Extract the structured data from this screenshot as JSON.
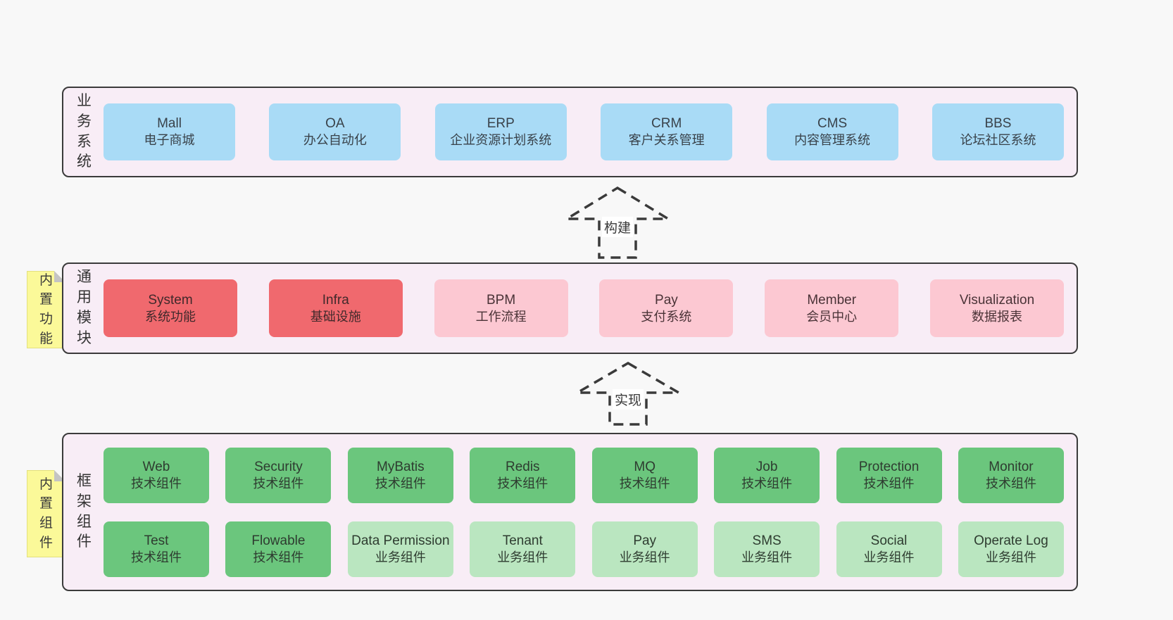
{
  "colors": {
    "page_bg": "#f8f8f8",
    "band_bg": "#f8edf6",
    "band_border": "#3b3b3b",
    "box_blue": "#a9dbf6",
    "box_red": "#f0696e",
    "box_pink": "#fcc8d2",
    "box_green_dark": "#6bc67d",
    "box_green_light": "#bae6c0",
    "note_yellow": "#fbf999"
  },
  "arrows": [
    {
      "label": "构建"
    },
    {
      "label": "实现"
    }
  ],
  "bands": {
    "business": {
      "label": "业务系统",
      "items": [
        {
          "name": "Mall",
          "sub": "电子商城"
        },
        {
          "name": "OA",
          "sub": "办公自动化"
        },
        {
          "name": "ERP",
          "sub": "企业资源计划系统"
        },
        {
          "name": "CRM",
          "sub": "客户关系管理"
        },
        {
          "name": "CMS",
          "sub": "内容管理系统"
        },
        {
          "name": "BBS",
          "sub": "论坛社区系统"
        }
      ]
    },
    "modules": {
      "label": "通用模块",
      "note": "内置功能",
      "items": [
        {
          "name": "System",
          "sub": "系统功能",
          "variant": "red"
        },
        {
          "name": "Infra",
          "sub": "基础设施",
          "variant": "red"
        },
        {
          "name": "BPM",
          "sub": "工作流程",
          "variant": "pink"
        },
        {
          "name": "Pay",
          "sub": "支付系统",
          "variant": "pink"
        },
        {
          "name": "Member",
          "sub": "会员中心",
          "variant": "pink"
        },
        {
          "name": "Visualization",
          "sub": "数据报表",
          "variant": "pink"
        }
      ]
    },
    "components": {
      "label": "框架组件",
      "note": "内置组件",
      "row1": [
        {
          "name": "Web",
          "sub": "技术组件",
          "variant": "green-dark"
        },
        {
          "name": "Security",
          "sub": "技术组件",
          "variant": "green-dark"
        },
        {
          "name": "MyBatis",
          "sub": "技术组件",
          "variant": "green-dark"
        },
        {
          "name": "Redis",
          "sub": "技术组件",
          "variant": "green-dark"
        },
        {
          "name": "MQ",
          "sub": "技术组件",
          "variant": "green-dark"
        },
        {
          "name": "Job",
          "sub": "技术组件",
          "variant": "green-dark"
        },
        {
          "name": "Protection",
          "sub": "技术组件",
          "variant": "green-dark"
        },
        {
          "name": "Monitor",
          "sub": "技术组件",
          "variant": "green-dark"
        }
      ],
      "row2": [
        {
          "name": "Test",
          "sub": "技术组件",
          "variant": "green-dark"
        },
        {
          "name": "Flowable",
          "sub": "技术组件",
          "variant": "green-dark"
        },
        {
          "name": "Data Permission",
          "sub": "业务组件",
          "variant": "green-light"
        },
        {
          "name": "Tenant",
          "sub": "业务组件",
          "variant": "green-light"
        },
        {
          "name": "Pay",
          "sub": "业务组件",
          "variant": "green-light"
        },
        {
          "name": "SMS",
          "sub": "业务组件",
          "variant": "green-light"
        },
        {
          "name": "Social",
          "sub": "业务组件",
          "variant": "green-light"
        },
        {
          "name": "Operate Log",
          "sub": "业务组件",
          "variant": "green-light"
        }
      ]
    }
  }
}
